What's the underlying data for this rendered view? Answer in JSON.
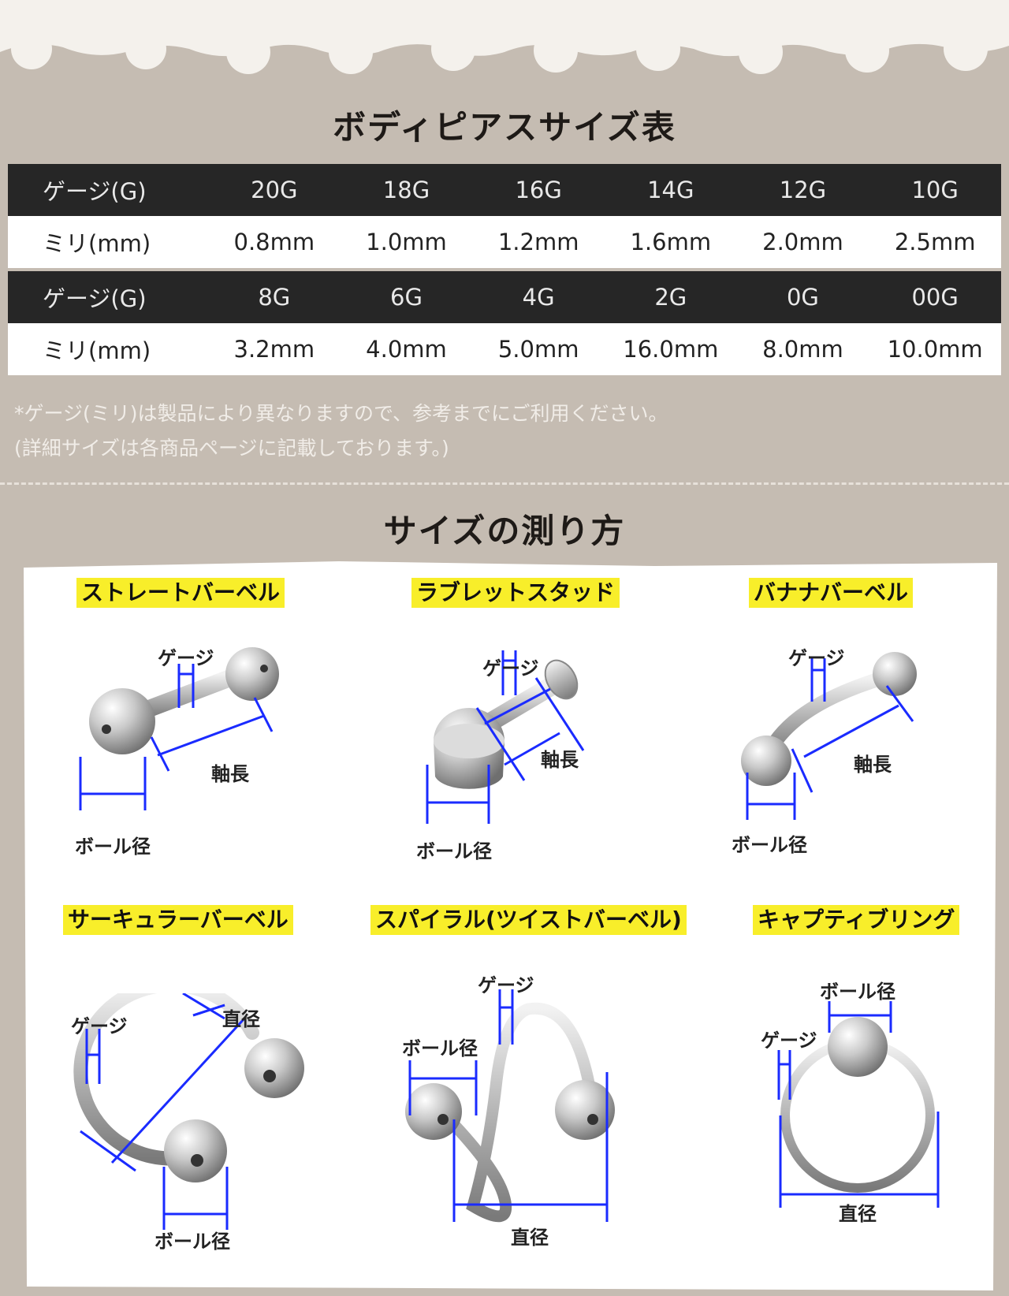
{
  "title": "ボディピアスサイズ表",
  "size_table": {
    "rows": [
      {
        "label": "ゲージ(G)",
        "style": "dark",
        "cells": [
          "20G",
          "18G",
          "16G",
          "14G",
          "12G",
          "10G"
        ]
      },
      {
        "label": "ミリ(mm)",
        "style": "light",
        "cells": [
          "0.8mm",
          "1.0mm",
          "1.2mm",
          "1.6mm",
          "2.0mm",
          "2.5mm"
        ]
      },
      {
        "label": "ゲージ(G)",
        "style": "dark",
        "cells": [
          "8G",
          "6G",
          "4G",
          "2G",
          "0G",
          "00G"
        ]
      },
      {
        "label": "ミリ(mm)",
        "style": "light",
        "cells": [
          "3.2mm",
          "4.0mm",
          "5.0mm",
          "16.0mm",
          "8.0mm",
          "10.0mm"
        ]
      }
    ]
  },
  "notes": [
    "*ゲージ(ミリ)は製品により異なりますので、参考までにご利用ください。",
    "(詳細サイズは各商品ページに記載しております。)"
  ],
  "measure_title": "サイズの測り方",
  "types": {
    "straight": {
      "name": "ストレートバーベル",
      "gauge": "ゲージ",
      "shaft": "軸長",
      "ball": "ボール径"
    },
    "labret": {
      "name": "ラブレットスタッド",
      "gauge": "ゲージ",
      "shaft": "軸長",
      "ball": "ボール径"
    },
    "banana": {
      "name": "バナナバーベル",
      "gauge": "ゲージ",
      "shaft": "軸長",
      "ball": "ボール径"
    },
    "circular": {
      "name": "サーキュラーバーベル",
      "gauge": "ゲージ",
      "diameter": "直径",
      "ball": "ボール径"
    },
    "spiral": {
      "name": "スパイラル(ツイストバーベル)",
      "gauge": "ゲージ",
      "ball": "ボール径",
      "diameter": "直径"
    },
    "captive": {
      "name": "キャプティブリング",
      "ball": "ボール径",
      "gauge": "ゲージ",
      "diameter": "直径"
    }
  },
  "colors": {
    "background": "#c5bcb2",
    "table_dark": "#262626",
    "label_highlight": "#f8ee2a",
    "measure_line": "#1a2bff"
  }
}
